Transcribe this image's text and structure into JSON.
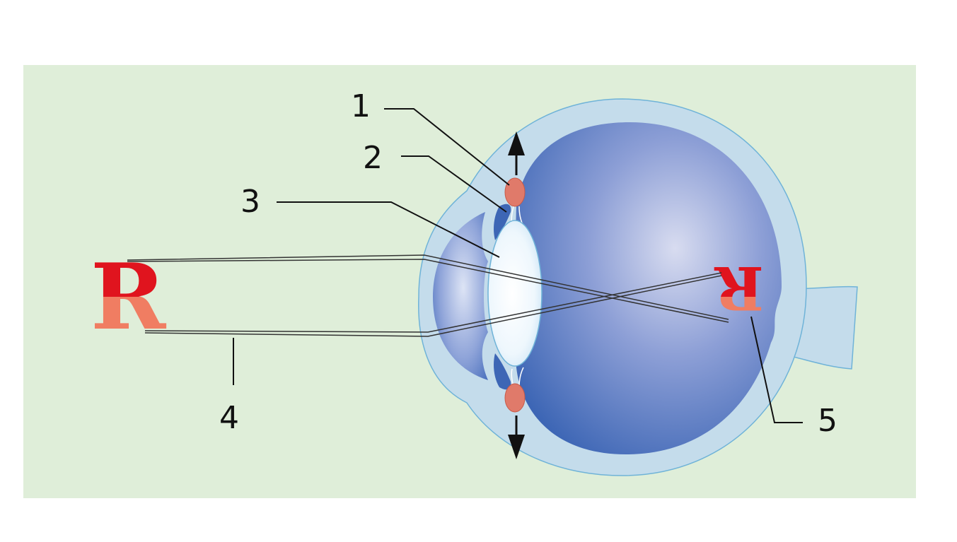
{
  "diagram": {
    "object_letter": "R",
    "image_letter": "R",
    "callouts": [
      "1",
      "2",
      "3",
      "4",
      "5"
    ],
    "colors": {
      "background": "#dfeed9",
      "sclera": "#c4dceb",
      "eyeball": "#3d66b5",
      "lens": "#e8f4fc",
      "ciliary_muscle": "#e07a6a",
      "letter_red": "#e0141e",
      "letter_salmon": "#f07d62",
      "callout_lines": "#111111"
    }
  }
}
